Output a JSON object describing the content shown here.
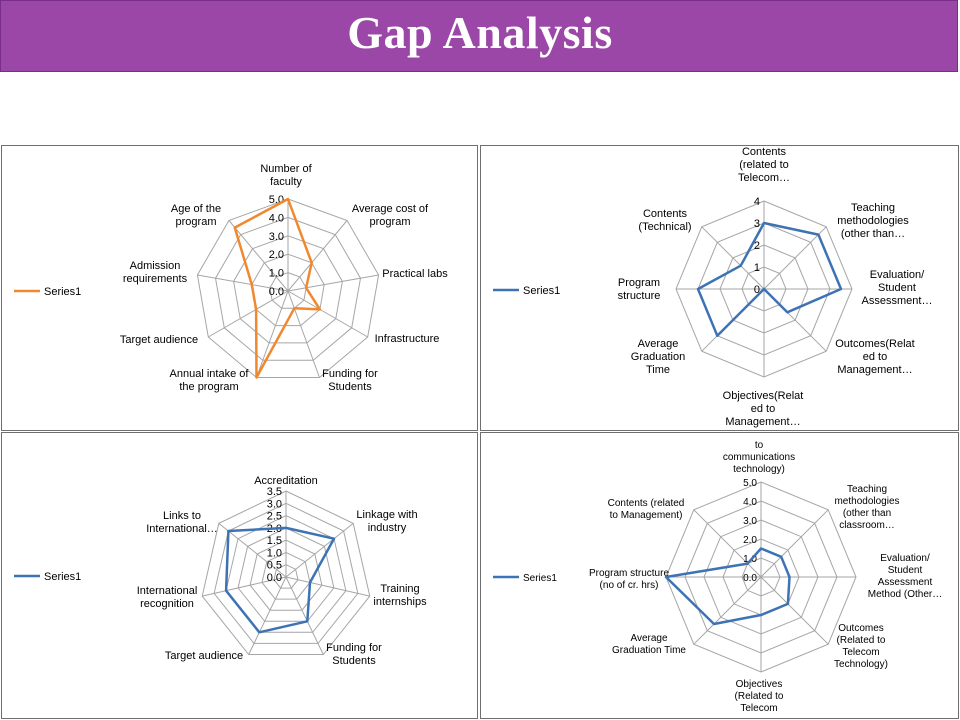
{
  "page": {
    "title": "Gap Analysis"
  },
  "colors": {
    "title_bar": "#9b47a8",
    "orange_series": "#f0892e",
    "blue_series": "#3d73b4",
    "grid": "#a6a6a6"
  },
  "chart_data": [
    {
      "type": "radar",
      "categories": [
        "Number of faculty",
        "Average cost of program",
        "Practical labs",
        "Infrastructure",
        "Funding for Students",
        "Annual intake of the program",
        "Target audience",
        "Admission requirements",
        "Age of the program"
      ],
      "ticks": [
        "0.0",
        "1.0",
        "2.0",
        "3.0",
        "4.0",
        "5.0"
      ],
      "rlim": [
        0,
        5
      ],
      "series": [
        {
          "name": "Series1",
          "values": [
            5,
            2,
            1,
            2,
            1,
            5,
            2,
            2,
            4.5
          ]
        }
      ],
      "legend": "left"
    },
    {
      "type": "radar",
      "categories": [
        "Contents (related to Telecom…",
        "Teaching methodologies (other than…",
        "Evaluation/ Student Assessment…",
        "Outcomes(Related to Management…",
        "Objectives(Related to Management…",
        "Average Graduation Time",
        "Program structure",
        "Contents (Technical)"
      ],
      "ticks": [
        "0",
        "1",
        "2",
        "3",
        "4"
      ],
      "rlim": [
        0,
        4
      ],
      "series": [
        {
          "name": "Series1",
          "values": [
            3,
            3.5,
            3.5,
            1.5,
            0,
            3,
            3,
            1.5
          ]
        }
      ],
      "legend": "left"
    },
    {
      "type": "radar",
      "categories": [
        "Accreditation",
        "Linkage with industry",
        "Training internships",
        "Funding for Students",
        "Target audience",
        "International recognition",
        "Links to International…"
      ],
      "ticks": [
        "0.0",
        "0.5",
        "1.0",
        "1.5",
        "2.0",
        "2.5",
        "3.0",
        "3.5"
      ],
      "rlim": [
        0,
        3.5
      ],
      "series": [
        {
          "name": "Series1",
          "values": [
            2,
            2.5,
            1,
            2,
            2.5,
            2.5,
            3
          ]
        }
      ],
      "legend": "left"
    },
    {
      "type": "radar",
      "categories": [
        "Contents (related to communications technology)",
        "Teaching methodologies (other than classroom…",
        "Evaluation/ Student Assessment Method (Other…",
        "Outcomes (Related to Telecom Technology)",
        "Objectives (Related to Telecom …",
        "Average Graduation Time",
        "Program structure (no of cr. hrs)",
        "Contents (related to Management)"
      ],
      "ticks": [
        "0.0",
        "1.0",
        "2.0",
        "3.0",
        "4.0",
        "5.0"
      ],
      "rlim": [
        0,
        5
      ],
      "series": [
        {
          "name": "Series1",
          "values": [
            1.5,
            1.5,
            1.5,
            2,
            2,
            3.5,
            5,
            1
          ]
        }
      ],
      "legend": "left"
    }
  ]
}
